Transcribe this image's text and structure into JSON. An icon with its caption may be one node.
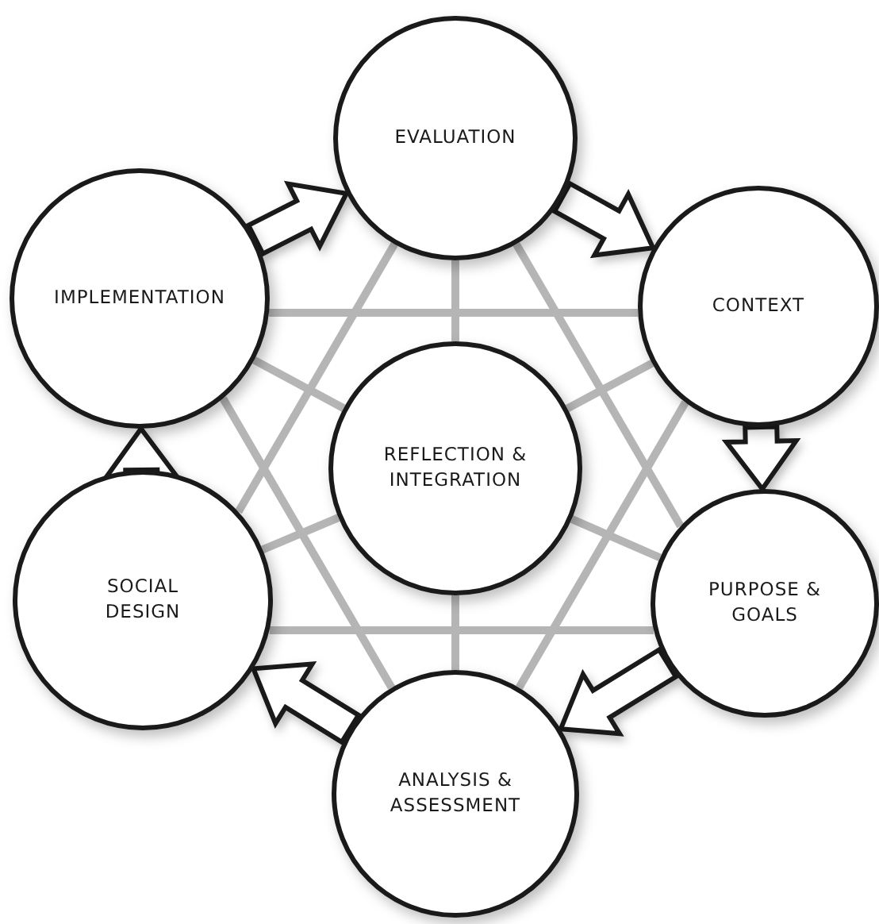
{
  "diagram": {
    "nodes": [
      {
        "text": [
          "EVALUATION"
        ]
      },
      {
        "text": [
          "IMPLEMENTATION"
        ]
      },
      {
        "text": [
          "CONTEXT"
        ]
      },
      {
        "text": [
          "REFLECTION & INTEGRATION"
        ]
      },
      {
        "text": [
          "SOCIAL DESIGN"
        ]
      },
      {
        "text": [
          "PURPOSE & GOALS"
        ]
      },
      {
        "text": [
          "ANALYSIS & ASSESSMENT"
        ]
      }
    ],
    "edges": [
      {
        "from": 1,
        "to": 0,
        "arrow": "to",
        "style": "thick"
      },
      {
        "from": 0,
        "to": 2,
        "arrow": "to",
        "style": "thick"
      },
      {
        "from": 2,
        "to": 5,
        "arrow": "to",
        "style": "thick"
      },
      {
        "from": 5,
        "to": 6,
        "arrow": "to",
        "style": "thick"
      },
      {
        "from": 6,
        "to": 4,
        "arrow": "to",
        "style": "thick"
      },
      {
        "from": 4,
        "to": 1,
        "arrow": "to",
        "style": "thick"
      },
      {
        "from": 0,
        "to": 3,
        "arrow": "none",
        "color": "#b5b5b5"
      },
      {
        "from": 1,
        "to": 3,
        "arrow": "none",
        "color": "#b5b5b5"
      },
      {
        "from": 2,
        "to": 3,
        "arrow": "none",
        "color": "#b5b5b5"
      },
      {
        "from": 4,
        "to": 3,
        "arrow": "none",
        "color": "#b5b5b5"
      },
      {
        "from": 5,
        "to": 3,
        "arrow": "none",
        "color": "#b5b5b5"
      },
      {
        "from": 6,
        "to": 3,
        "arrow": "none",
        "color": "#b5b5b5"
      },
      {
        "from": 1,
        "to": 2,
        "arrow": "none",
        "color": "#b5b5b5"
      },
      {
        "from": 4,
        "to": 5,
        "arrow": "none",
        "color": "#b5b5b5"
      },
      {
        "from": 0,
        "to": 4,
        "arrow": "none",
        "color": "#b5b5b5"
      },
      {
        "from": 0,
        "to": 5,
        "arrow": "none",
        "color": "#b5b5b5"
      },
      {
        "from": 1,
        "to": 6,
        "arrow": "none",
        "color": "#b5b5b5"
      },
      {
        "from": 2,
        "to": 6,
        "arrow": "none",
        "color": "#b5b5b5"
      }
    ]
  }
}
